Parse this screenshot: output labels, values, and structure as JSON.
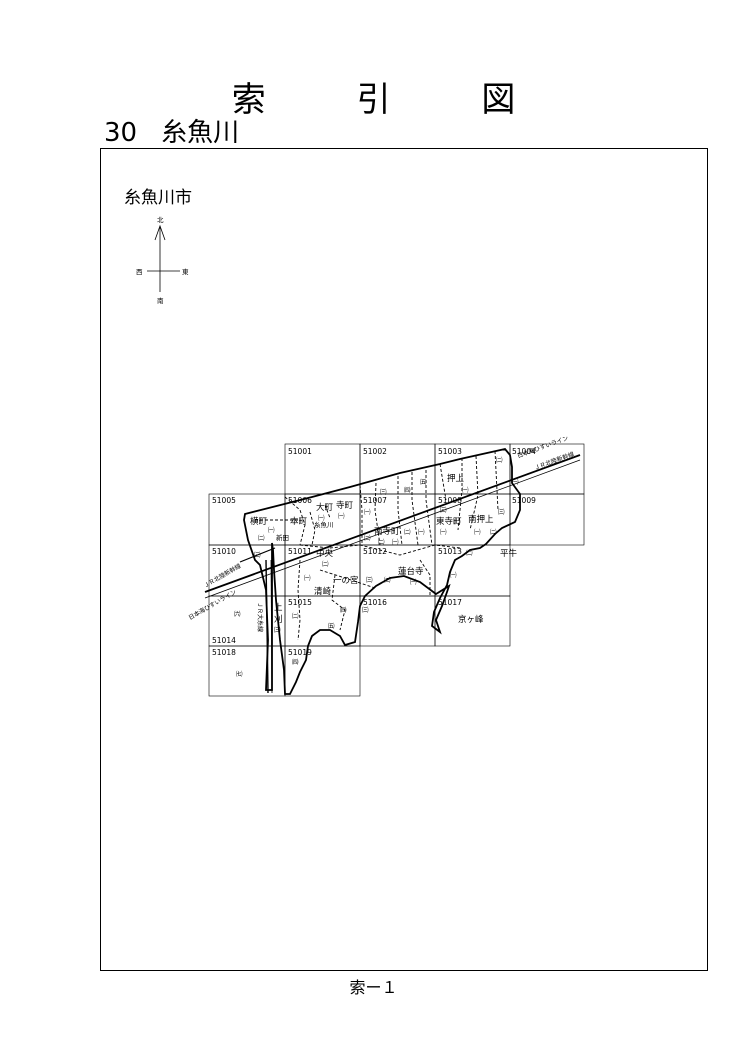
{
  "header": {
    "title_chars": [
      "索",
      "引",
      "図"
    ],
    "number": "30",
    "region": "糸魚川"
  },
  "map": {
    "city_name": "糸魚川市",
    "compass": {
      "north": "北",
      "south": "南",
      "east": "東",
      "west": "西"
    },
    "sheets": [
      "51001",
      "51002",
      "51003",
      "51004",
      "51005",
      "51006",
      "51007",
      "51008",
      "51009",
      "51010",
      "51011",
      "51012",
      "51013",
      "51014",
      "51015",
      "51016",
      "51017",
      "51018",
      "51019"
    ],
    "towns": {
      "oshiage": "押上",
      "omachi": "大町",
      "teramachi": "寺町",
      "yokomachi": "横町",
      "honmachi": "本町",
      "itoigawa": "糸魚川",
      "shinden": "新田",
      "minamiteramachi": "南寺町",
      "higashiteramachi": "東寺町",
      "minamioshiage": "南押上",
      "chuo": "中央",
      "ichinomiya": "一の宮",
      "rendaiji": "蓮台寺",
      "kiyosaki": "清崎",
      "kamikariya": "上刈",
      "kyogamine": "京ヶ峰",
      "heigyu": "平牛"
    },
    "rails": {
      "hokuriku_shinkansen": "ＪＲ北陸新幹線",
      "hisui_line": "日本海ひすいライン",
      "oito_line": "ＪＲ大糸線"
    },
    "numerals": [
      "㈠",
      "㈡",
      "㈢",
      "㈣",
      "㈤",
      "㈥",
      "㈦"
    ]
  },
  "footer": {
    "page": "索ー１"
  }
}
